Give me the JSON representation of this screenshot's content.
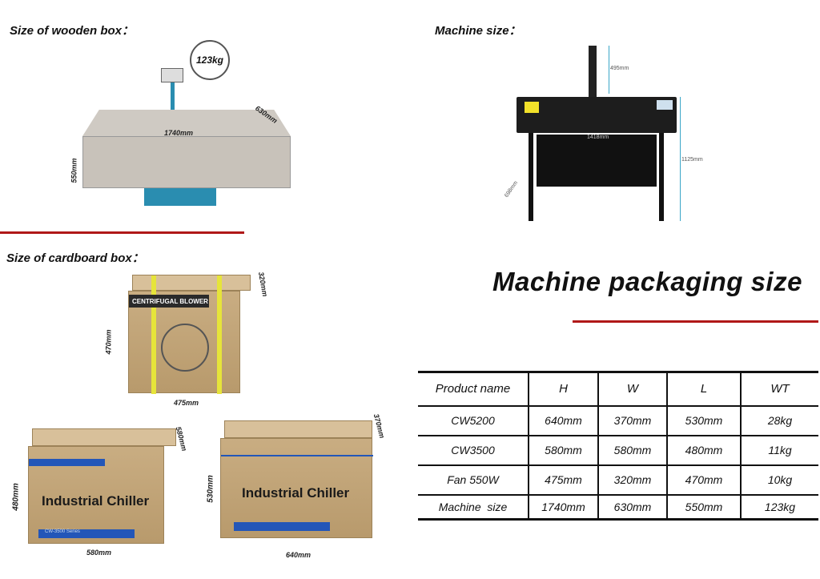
{
  "wooden_box": {
    "heading": "Size of wooden box：",
    "weight": "123kg",
    "length": "1740mm",
    "width": "630mm",
    "height": "550mm"
  },
  "machine": {
    "heading": "Machine size：",
    "top": "495mm",
    "width": "1418mm",
    "depth": "698mm",
    "height": "1125mm"
  },
  "cardboard": {
    "heading": "Size of cardboard box：",
    "fan": {
      "label": "CENTRIFUGAL BLOWER",
      "height": "470mm",
      "width": "475mm",
      "depth": "320mm"
    },
    "chiller1": {
      "label": "Industrial Chiller",
      "series": "CW-3500 Series",
      "height": "480mm",
      "width": "580mm",
      "depth": "580mm"
    },
    "chiller2": {
      "label": "Industrial Chiller",
      "height": "530mm",
      "width": "640mm",
      "depth": "370mm"
    }
  },
  "packaging": {
    "title": "Machine packaging size",
    "headers": [
      "Product name",
      "H",
      "W",
      "L",
      "WT"
    ],
    "rows": [
      [
        "CW5200",
        "640mm",
        "370mm",
        "530mm",
        "28kg"
      ],
      [
        "CW3500",
        "580mm",
        "580mm",
        "480mm",
        "11kg"
      ],
      [
        "Fan 550W",
        "475mm",
        "320mm",
        "470mm",
        "10kg"
      ],
      [
        "Machine  size",
        "1740mm",
        "630mm",
        "550mm",
        "123kg"
      ]
    ]
  },
  "colors": {
    "accent": "#b01818",
    "dimension": "#3aa6c8"
  }
}
